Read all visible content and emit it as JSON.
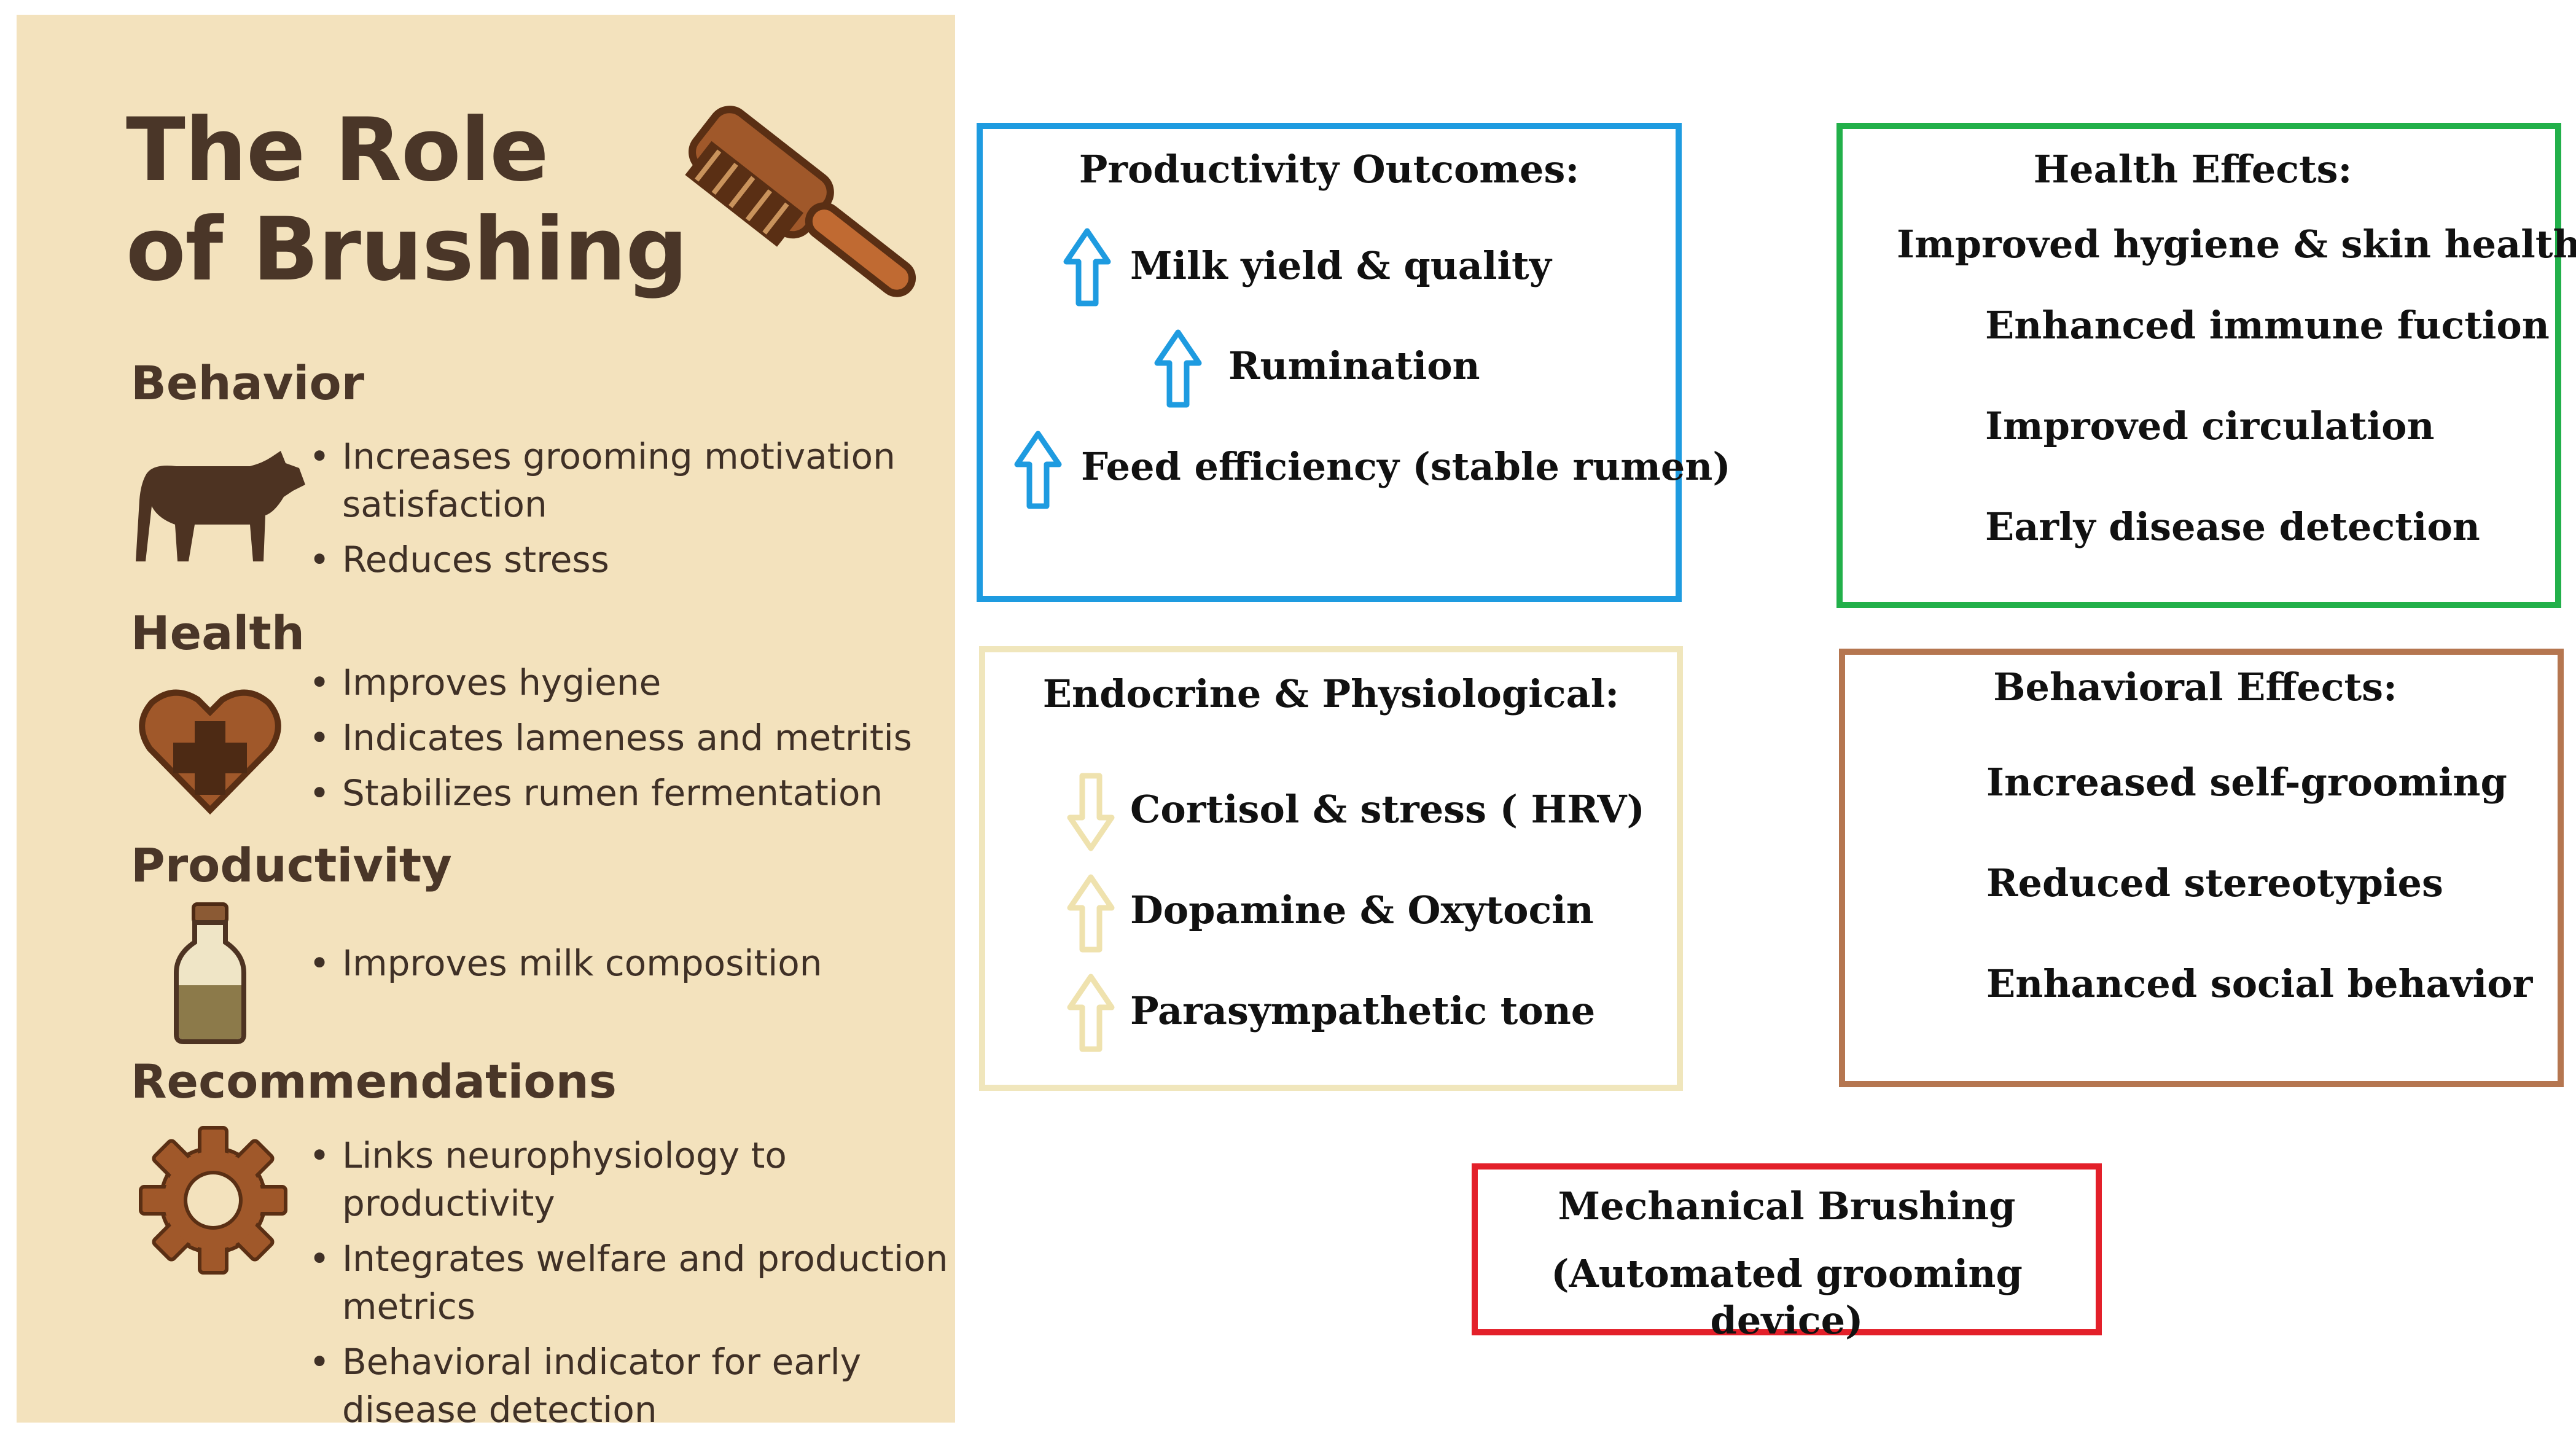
{
  "left_panel": {
    "title_line1": "The Role",
    "title_line2": "of Brushing",
    "sections": {
      "behavior": {
        "heading": "Behavior",
        "icon": "cow-icon",
        "items": [
          "Increases grooming motivation satisfaction",
          "Reduces stress"
        ]
      },
      "health": {
        "heading": "Health",
        "icon": "heart-cross-icon",
        "items": [
          "Improves hygiene",
          "Indicates lameness and metritis",
          "Stabilizes rumen fermentation"
        ]
      },
      "productivity": {
        "heading": "Productivity",
        "icon": "milk-bottle-icon",
        "items": [
          "Improves milk composition"
        ]
      },
      "recommendations": {
        "heading": "Recommendations",
        "icon": "gear-icon",
        "items": [
          "Links neurophysiology to productivity",
          "Integrates welfare and production metrics",
          "Behavioral indicator for early disease detection"
        ]
      }
    },
    "brush_icon": "brush-icon",
    "colors": {
      "background": "#f3e2bd",
      "text": "#4a3628",
      "icon": "#8b4a22"
    }
  },
  "productivity_outcomes": {
    "title": "Productivity Outcomes:",
    "items": [
      {
        "text": "Milk yield & quality",
        "direction": "up"
      },
      {
        "text": "Rumination",
        "direction": "up"
      },
      {
        "text": "Feed efficiency (stable rumen)",
        "direction": "up"
      }
    ],
    "border_color": "#1e9be0",
    "arrow_color": "#1e9be0"
  },
  "health_effects": {
    "title": "Health Effects:",
    "items": [
      "Improved hygiene & skin health",
      "Enhanced immune fuction",
      "Improved circulation",
      "Early disease detection"
    ],
    "border_color": "#22b04a"
  },
  "endocrine": {
    "title": "Endocrine & Physiological:",
    "items": [
      {
        "text": "Cortisol & stress ( HRV)",
        "direction": "down"
      },
      {
        "text": "Dopamine & Oxytocin",
        "direction": "up"
      },
      {
        "text": "Parasympathetic tone",
        "direction": "up"
      }
    ],
    "border_color": "#f0e6bc",
    "arrow_color": "#efe2ae"
  },
  "behavioral_effects": {
    "title": "Behavioral Effects:",
    "items": [
      "Increased self-grooming",
      "Reduced stereotypies",
      "Enhanced social behavior"
    ],
    "border_color": "#b57650"
  },
  "mechanical": {
    "line1": "Mechanical Brushing",
    "line2": "(Automated grooming device)",
    "border_color": "#e3202a"
  }
}
